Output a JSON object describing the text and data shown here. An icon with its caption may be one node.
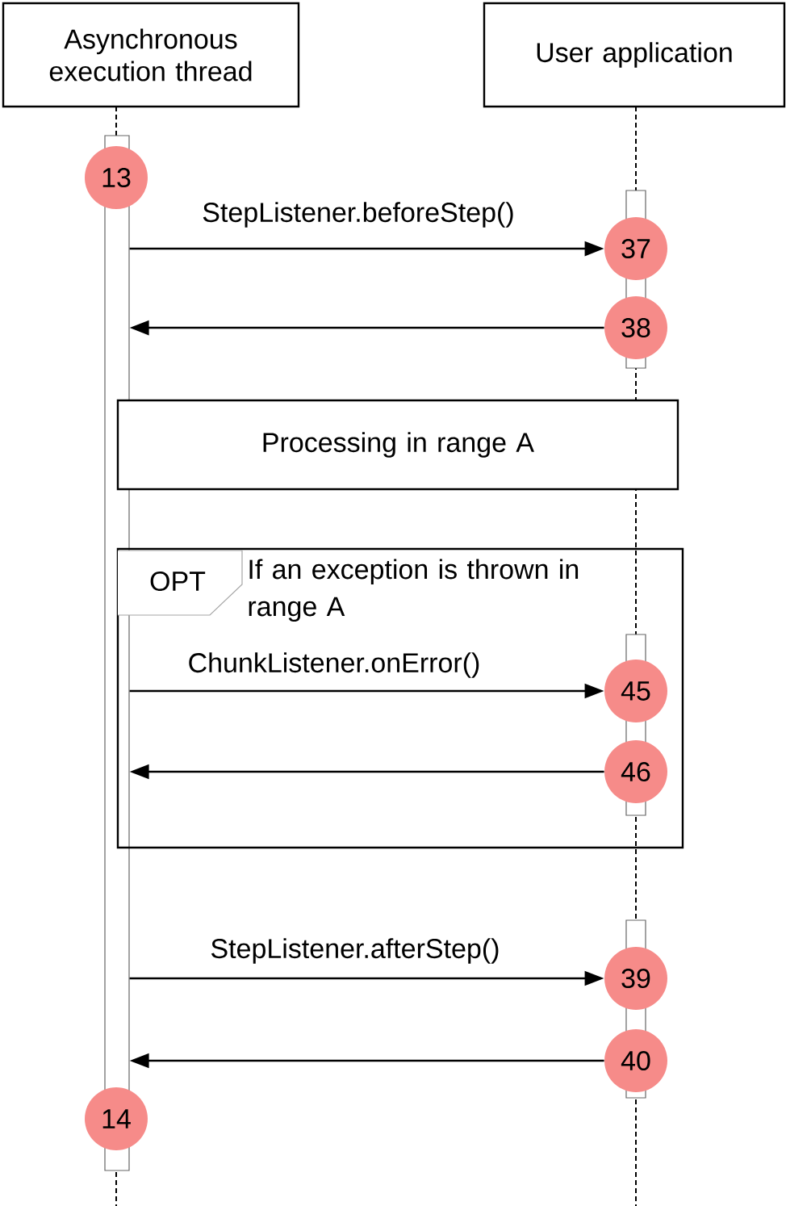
{
  "diagram": {
    "nodes": [
      {
        "text": [
          "Asynchronous execution thread"
        ]
      },
      {
        "text": [
          "User application"
        ]
      },
      {
        "text": [],
        "shape": "bar"
      },
      {
        "text": [
          "13"
        ]
      },
      {
        "text": [
          "37"
        ]
      },
      {
        "text": [
          "38"
        ]
      },
      {
        "text": [
          "Processing in range A"
        ]
      },
      {
        "text": [
          "OPT",
          "If an exception is thrown in range A"
        ]
      },
      {
        "text": [
          "45"
        ],
        "in": 7
      },
      {
        "text": [
          "46"
        ],
        "in": 7
      },
      {
        "text": [
          "39"
        ]
      },
      {
        "text": [
          "40"
        ]
      },
      {
        "text": [
          "14"
        ]
      }
    ],
    "edges": [
      {
        "from": 2,
        "to": 4,
        "arrow": "to",
        "label": "StepListener.beforeStep()"
      },
      {
        "from": 5,
        "to": 2,
        "arrow": "to"
      },
      {
        "from": 2,
        "to": 8,
        "arrow": "to",
        "label": "ChunkListener.onError()"
      },
      {
        "from": 9,
        "to": 2,
        "arrow": "to"
      },
      {
        "from": 2,
        "to": 10,
        "arrow": "to",
        "label": "StepListener.afterStep()"
      },
      {
        "from": 11,
        "to": 2,
        "arrow": "to"
      }
    ]
  }
}
